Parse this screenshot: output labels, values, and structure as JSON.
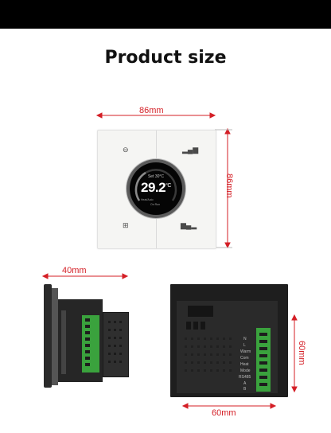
{
  "title": "Product size",
  "dimensions": {
    "front_width": "86mm",
    "front_height": "86mm",
    "depth": "40mm",
    "back_width": "60mm",
    "back_height": "60mm"
  },
  "display": {
    "set_line": "Set   30°C",
    "temperature": "29.2",
    "unit": "°C",
    "small_line_1": "Heat/Auto",
    "small_line_2": "On Run"
  },
  "back_labels": [
    "N",
    "L",
    "Warm",
    "Com",
    "Heat",
    "Mode",
    "RS485",
    "A",
    "B"
  ],
  "colors": {
    "dimension_line": "#d41f26",
    "panel": "#f5f5f3",
    "terminal_block": "#3aa23d",
    "back_body": "#1e1e1e"
  }
}
